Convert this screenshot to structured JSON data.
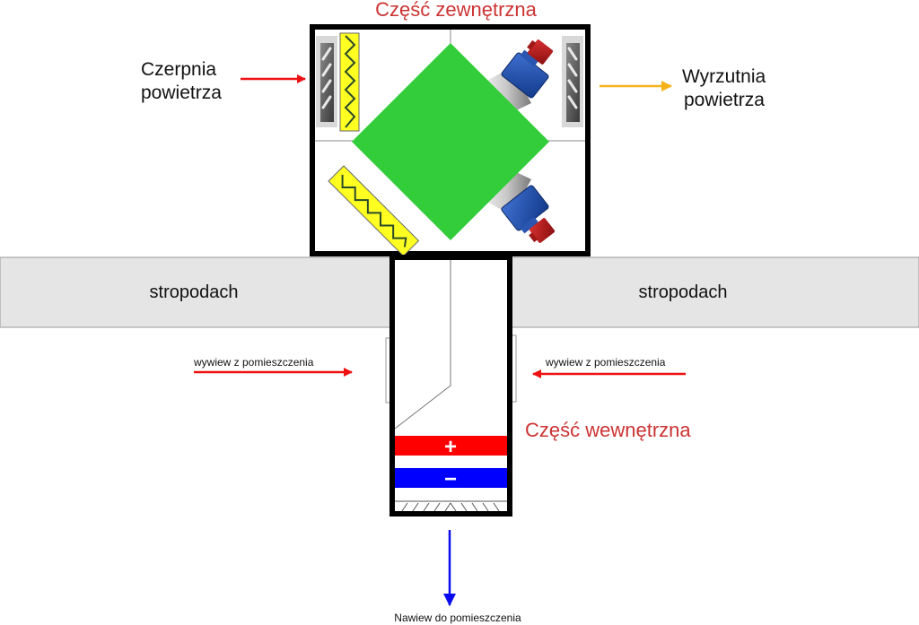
{
  "diagram": {
    "title_external": "Część zewnętrzna",
    "title_internal": "Część wewnętrzna",
    "intake_label": [
      "Czerpnia",
      "powietrza"
    ],
    "exhaust_label": [
      "Wyrzutnia",
      "powietrza"
    ],
    "roof_left": "stropodach",
    "roof_right": "stropodach",
    "extract_left": "wywiew z pomieszczenia",
    "extract_right": "wywiew z pomieszczenia",
    "supply_label": "Nawiew do pomieszczenia",
    "heater_symbol": "+",
    "cooler_symbol": "−",
    "colors": {
      "title_red": "#cc3333",
      "intake_arrow": "#ee1111",
      "exhaust_arrow": "#f5b21a",
      "supply_arrow": "#0a0aee",
      "heat_exchanger": "#33cc3a",
      "filter": "#ffff22",
      "heater": "#ff0000",
      "cooler": "#0000ff",
      "fan_housing": "#2a55b0",
      "fan_motor": "#c01c1c",
      "roof": "#e5e5e5"
    }
  }
}
